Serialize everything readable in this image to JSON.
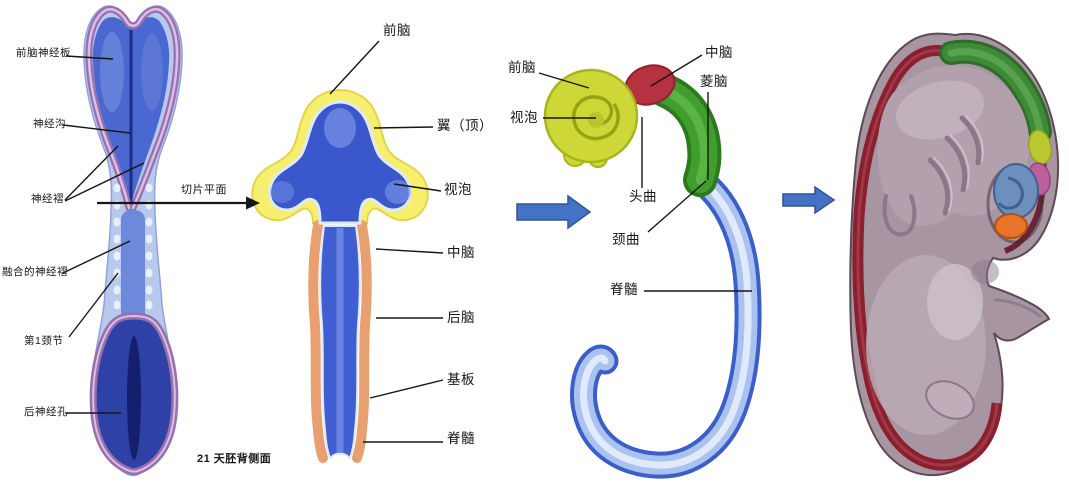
{
  "panels": {
    "dorsal_view": {
      "caption": "21 天胚背侧面",
      "labels": {
        "forebrain_neural_plate": "前脑神经板",
        "neural_groove": "神经沟",
        "neural_fold": "神经褶",
        "section_plane": "切片平面",
        "fused_neural_folds": "融合的神经褶",
        "first_cervical_somite": "第1颈节",
        "posterior_neuropore": "后神经孔"
      }
    },
    "vesicle_view": {
      "labels": {
        "forebrain": "前脑",
        "alar_plate": "翼（顶）",
        "optic_vesicle": "视泡",
        "midbrain": "中脑",
        "hindbrain": "后脑",
        "basal_plate": "基板",
        "spinal_cord": "脊髓"
      }
    },
    "flexure_view": {
      "labels": {
        "forebrain": "前脑",
        "optic_vesicle": "视泡",
        "midbrain": "中脑",
        "rhombencephalon": "菱脑",
        "cephalic_flexure": "头曲",
        "cervical_flexure": "颈曲",
        "spinal_cord": "脊髓"
      }
    },
    "embryo_view": {
      "description": "embryo-illustration"
    }
  },
  "icons": {
    "flow_arrow_1": "right-arrow",
    "flow_arrow_2": "right-arrow",
    "section_arrow": "right-arrow"
  },
  "colors": {
    "arrow_blue": "#4472c4",
    "arrow_blue_border": "#2f5597",
    "neural_tube_blue": "#3a57cc",
    "neural_fold_purple": "#9a6fae",
    "roof_plate_yellow": "#f6ef6e",
    "basal_plate_orange": "#e8a070",
    "forebrain_yellow_green": "#cdd838",
    "midbrain_red": "#b53340",
    "rhombencephalon_green": "#3f9e2c",
    "spinal_cord_light_blue": "#a9c2f0",
    "embryo_body_mauve": "#a795a2",
    "dorsal_stripe_red": "#8b1f2f",
    "leader_line": "#161616"
  }
}
